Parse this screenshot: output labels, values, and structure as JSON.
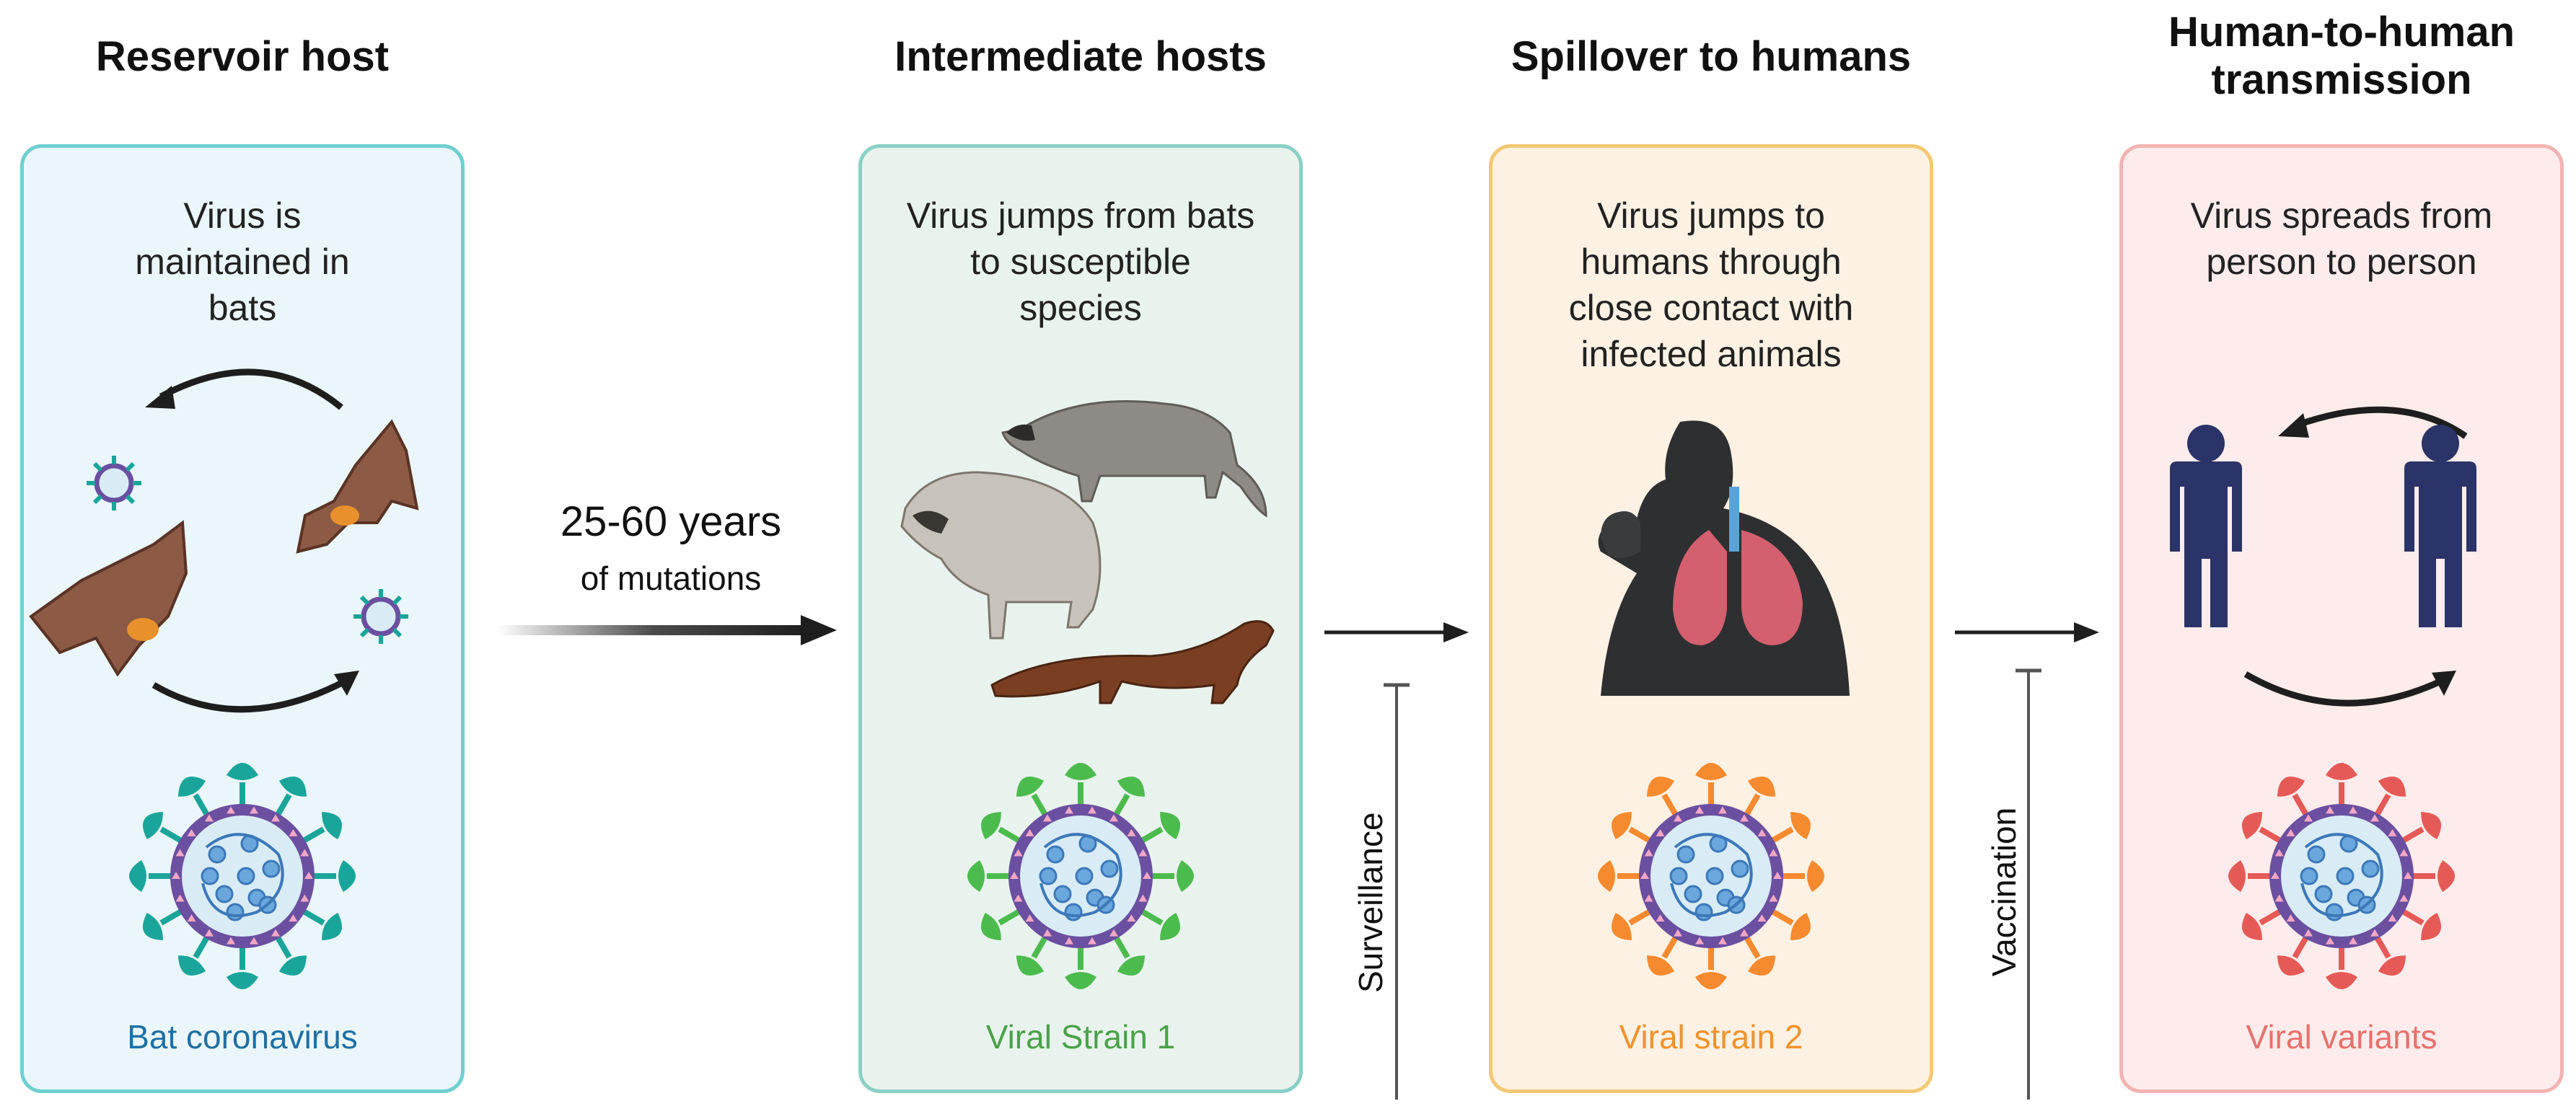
{
  "stages": [
    {
      "title": "Reservoir host",
      "description": "Virus is maintained in bats",
      "caption": "Bat coronavirus",
      "caption_color": "#1f6fa3",
      "virus_color": "#1aa59a"
    },
    {
      "title": "Intermediate hosts",
      "description": "Virus jumps from bats to susceptible species",
      "caption": "Viral Strain 1",
      "caption_color": "#4aa149",
      "virus_color": "#4cbb4e"
    },
    {
      "title": "Spillover to humans",
      "description": "Virus jumps to humans through close contact with infected animals",
      "caption": "Viral strain 2",
      "caption_color": "#f0932b",
      "virus_color": "#f58a2e"
    },
    {
      "title": "Human-to-human transmission",
      "description": "Virus spreads from person to person",
      "caption": "Viral variants",
      "caption_color": "#e8706c",
      "virus_color": "#e55a57"
    }
  ],
  "connectors": {
    "mutation_years": "25-60 years",
    "mutation_label": "of mutations",
    "surveillance": "Surveillance",
    "vaccination": "Vaccination"
  },
  "colors": {
    "person": "#2b3468",
    "virus_ring": "#6b4fa0",
    "virus_core": "#d9ecf6",
    "rna": "#3c78b8"
  }
}
